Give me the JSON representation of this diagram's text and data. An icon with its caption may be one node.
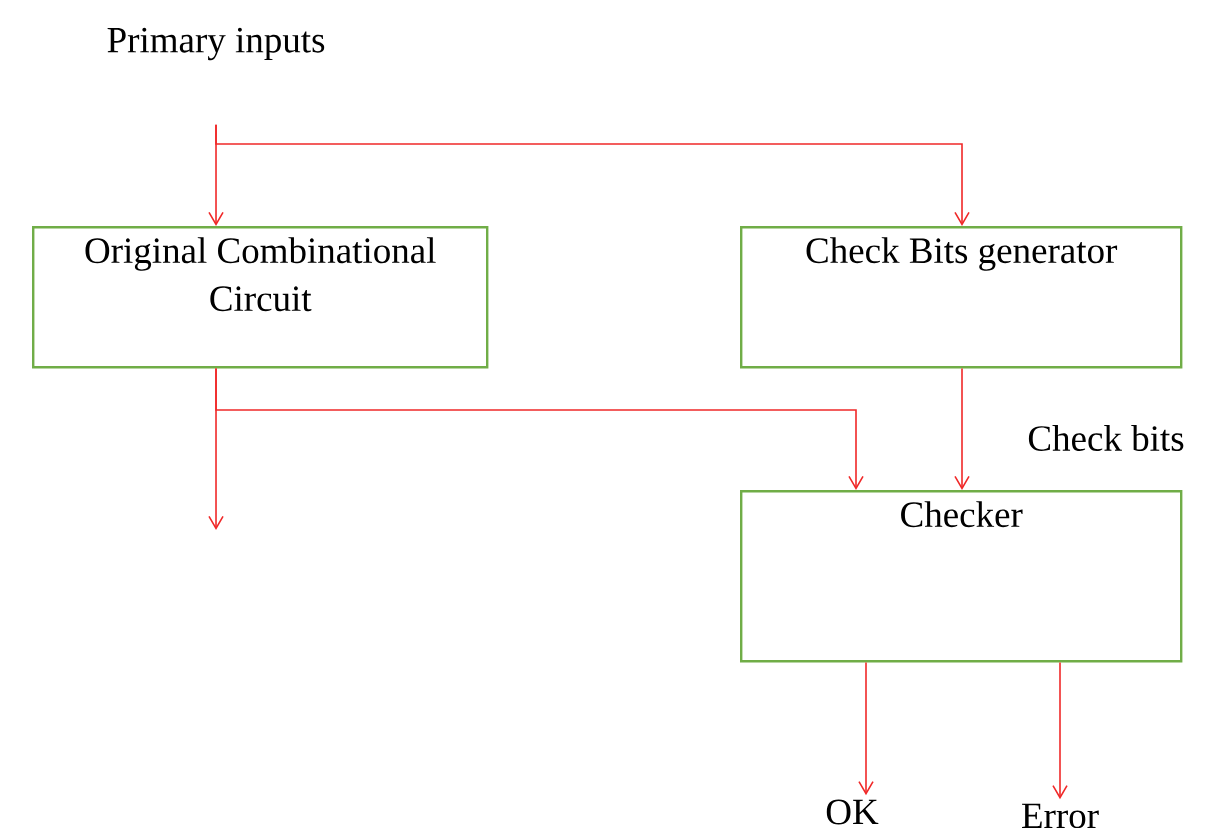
{
  "diagram": {
    "nodes": [
      {
        "text": [
          "Primary inputs"
        ]
      },
      {
        "text": [
          "Original Combinational Circuit"
        ]
      },
      {
        "text": [
          "Check Bits generator"
        ]
      },
      {
        "text": [
          "Checker"
        ]
      },
      {
        "text": [
          "OK"
        ]
      },
      {
        "text": [
          "Error"
        ]
      }
    ],
    "edges": [
      {
        "from": 0,
        "to": 1,
        "arrow": "to"
      },
      {
        "from": 0,
        "to": 2,
        "arrow": "to"
      },
      {
        "from": 1,
        "to": 3,
        "arrow": "to"
      },
      {
        "from": 1,
        "to": null,
        "arrow": "to"
      },
      {
        "from": 2,
        "to": 3,
        "arrow": "to",
        "label": "Check bits"
      },
      {
        "from": 3,
        "to": 4,
        "arrow": "to"
      },
      {
        "from": 3,
        "to": 5,
        "arrow": "to"
      }
    ]
  }
}
